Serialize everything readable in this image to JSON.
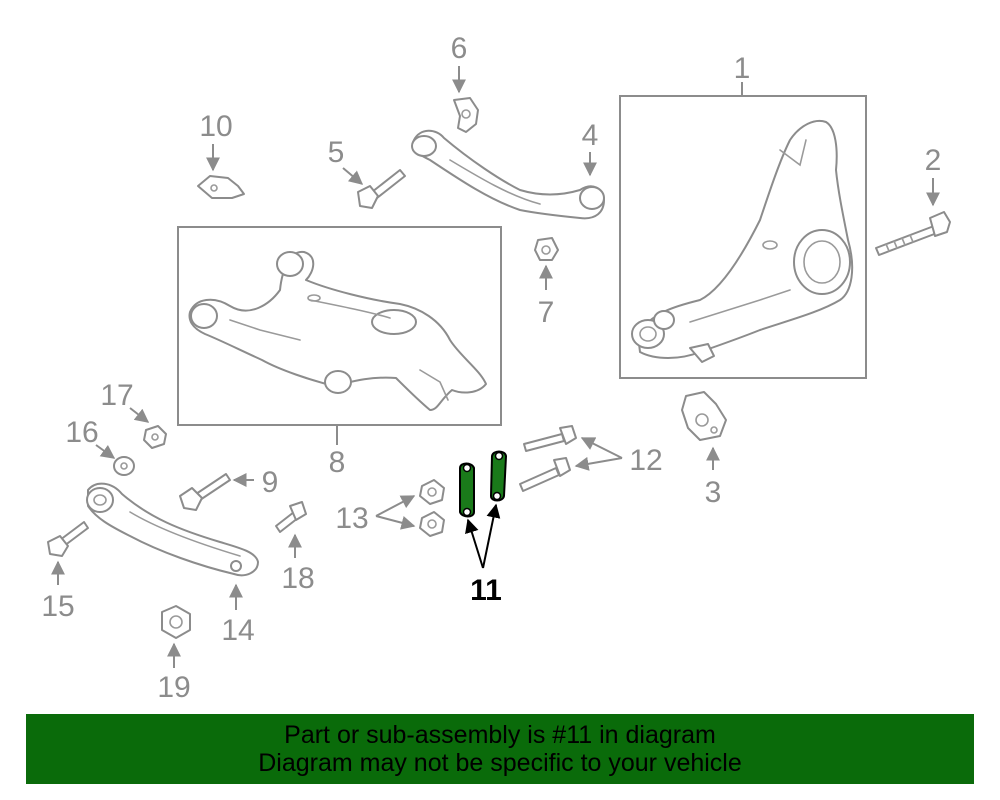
{
  "callouts": {
    "c1": "1",
    "c2": "2",
    "c3": "3",
    "c4": "4",
    "c5": "5",
    "c6": "6",
    "c7": "7",
    "c8": "8",
    "c9": "9",
    "c10": "10",
    "c11": "11",
    "c12": "12",
    "c13": "13",
    "c14": "14",
    "c15": "15",
    "c16": "16",
    "c17": "17",
    "c18": "18",
    "c19": "19"
  },
  "highlight": {
    "part_number": "11",
    "color": "#1a7a1a"
  },
  "banner": {
    "line1": "Part or sub-assembly is #11 in diagram",
    "line2": "Diagram may not be specific to your vehicle",
    "background": "#0a6b0a"
  }
}
